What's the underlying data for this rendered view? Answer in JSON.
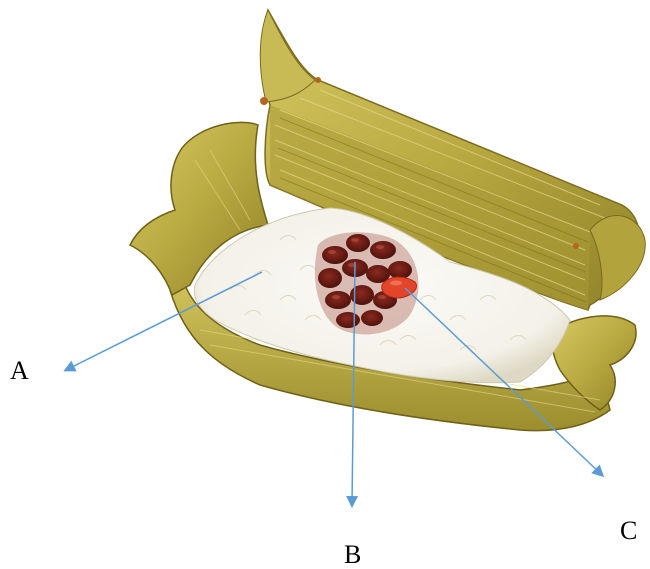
{
  "labels": {
    "a": "A",
    "b": "B",
    "c": "C"
  },
  "colors": {
    "arrow": "#5b9bd5",
    "leaf": "#c2b24a",
    "leaf_dark": "#8a7a24",
    "leaf_light": "#ddd27a",
    "rice": "#f8f7f2",
    "rice_shadow": "#d8d3bf",
    "beans": "#6b1a12",
    "bean_highlight": "#8c2a1f",
    "date": "#e2452a"
  }
}
